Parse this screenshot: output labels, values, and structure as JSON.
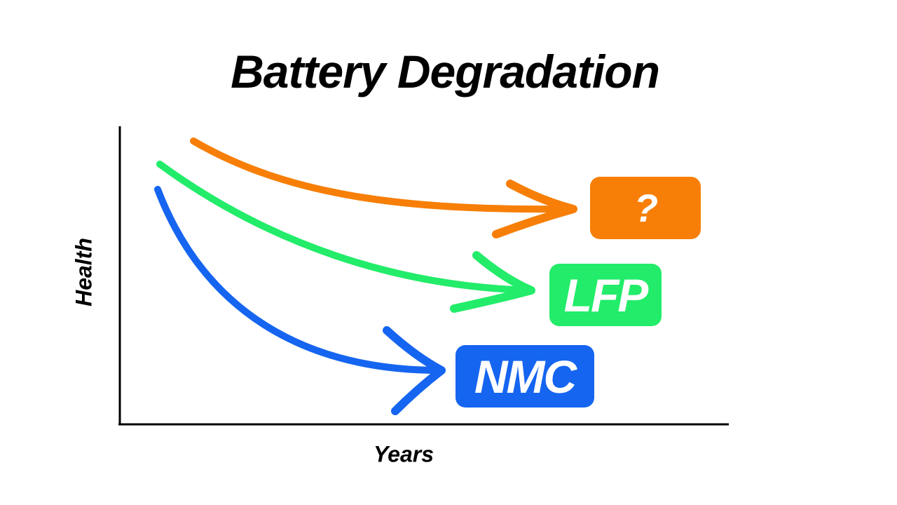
{
  "title": "Battery Degradation",
  "axes": {
    "y_label": "Health",
    "x_label": "Years"
  },
  "badges": {
    "question": {
      "label": "?",
      "color": "#f77f07"
    },
    "lfp": {
      "label": "LFP",
      "color": "#22ec69"
    },
    "nmc": {
      "label": "NMC",
      "color": "#1565f0"
    }
  },
  "axis_color": "#000000"
}
